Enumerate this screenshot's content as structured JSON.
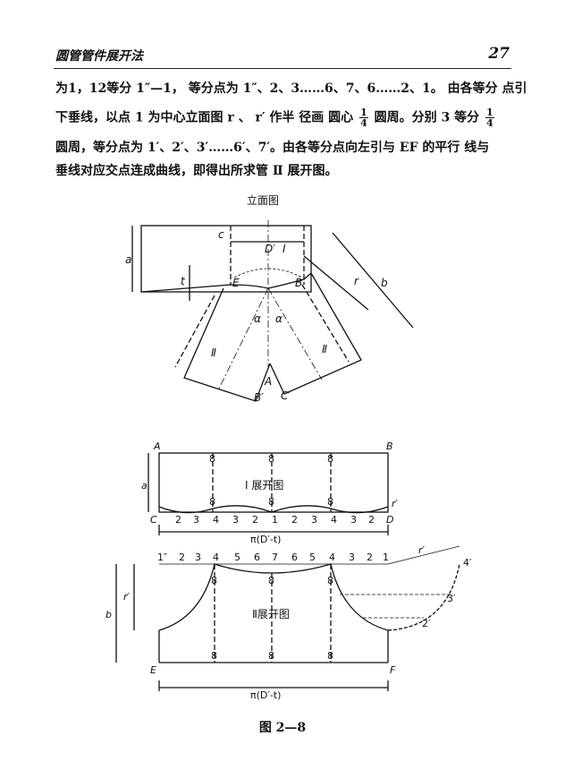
{
  "header": {
    "title": "圆管管件展开法",
    "page_number": "27"
  },
  "body": {
    "line1": "为1，12等分 1″—1， 等分点为 1″、2、3……6、7、6……2、1。 由各等分 点引",
    "line2_a": "下垂线，以点 1 为中心立面图 r 、 r′ 作半 径画 圆心",
    "line2_frac_num": "1",
    "line2_frac_den": "4",
    "line2_b": "圆周。分别 3 等分",
    "line2_frac2_num": "1",
    "line2_frac2_den": "4",
    "line3": "圆周，等分点为 1′、2′、3′……6′、7′。由各等分点向左引与 EF 的平行 线与",
    "line4": "垂线对应交点连成曲线，即得出所求管 Ⅱ 展开图。"
  },
  "figure": {
    "elev_title": "立面图",
    "elev_labels": {
      "a": "a",
      "c": "c",
      "D": "D′",
      "I": "Ⅰ",
      "r": "r",
      "b": "b",
      "t": "t",
      "E": "E",
      "B": "B",
      "alpha_left": "α",
      "alpha_right": "α",
      "II_left": "Ⅱ",
      "II_right": "Ⅱ",
      "A": "A",
      "Bp": "B′",
      "Cp": "C′"
    },
    "dev1": {
      "title": "Ⅰ 展开图",
      "A": "A",
      "B": "B",
      "C": "C",
      "D": "D",
      "a": "a",
      "rp": "r′",
      "bottom_labels": [
        "2",
        "3",
        "4",
        "3",
        "2",
        "1",
        "2",
        "3",
        "4",
        "3",
        "2"
      ],
      "tick_labels": [
        "8",
        "8",
        "8"
      ],
      "mid_labels": [
        "8",
        "8",
        "8"
      ],
      "dim": "π(D′-t)"
    },
    "dev2": {
      "title": "Ⅱ展开图",
      "top_labels": [
        "1″",
        "2",
        "3",
        "4",
        "5",
        "6",
        "7",
        "6",
        "5",
        "4",
        "3",
        "2",
        "1"
      ],
      "b": "b",
      "r": "r′",
      "rp": "r′",
      "E": "E",
      "F": "F",
      "arc_labels": [
        "4′",
        "3′",
        "2′",
        "r′"
      ],
      "mid_labels": [
        "8",
        "8",
        "8"
      ],
      "bot_labels": [
        "8",
        "8",
        "8"
      ],
      "dim": "π(D′-t)"
    },
    "caption": "图 2—8"
  }
}
